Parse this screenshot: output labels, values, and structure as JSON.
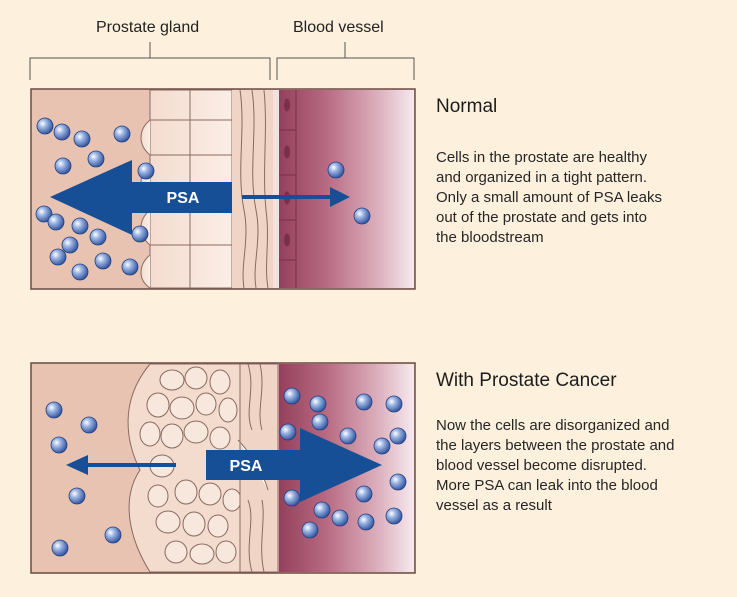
{
  "labels": {
    "prostate_gland": "Prostate gland",
    "blood_vessel": "Blood vessel"
  },
  "panels": [
    {
      "heading": "Normal",
      "description_lines": [
        "Cells in the prostate are healthy",
        "and organized in a tight pattern.",
        "Only a small amount of PSA leaks",
        "out of the prostate and gets into",
        "the bloodstream"
      ],
      "arrow_label": "PSA"
    },
    {
      "heading": "With Prostate Cancer",
      "description_lines": [
        "Now the cells are disorganized and",
        "the layers between the prostate and",
        "blood vessel become disrupted.",
        "More PSA can leak into the blood",
        "vessel as a result"
      ],
      "arrow_label": "PSA"
    }
  ],
  "colors": {
    "background": "#fdf1dd",
    "tissue": "#e6bfae",
    "vessel": "#a7526b",
    "arrow": "#174f96",
    "psa_particle": "#3a63b0"
  }
}
